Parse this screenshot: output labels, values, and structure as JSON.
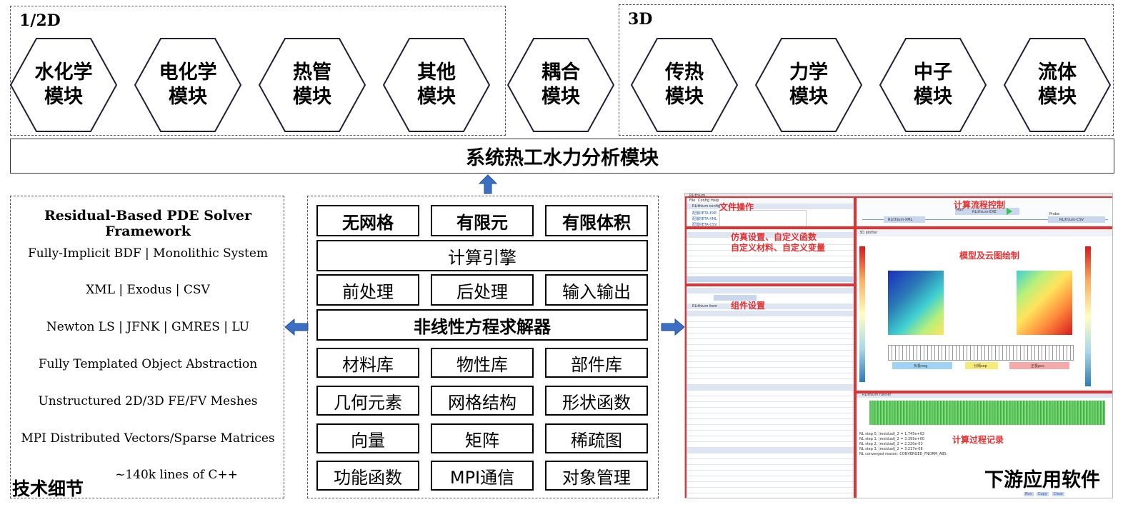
{
  "sections": {
    "left_top_title": "1/2D",
    "right_top_title": "3D"
  },
  "modules_2d": [
    {
      "label": "水化学\n模块"
    },
    {
      "label": "电化学\n模块"
    },
    {
      "label": "热管\n模块"
    },
    {
      "label": "其他\n模块"
    }
  ],
  "coupling_module": {
    "label": "耦合\n模块"
  },
  "modules_3d": [
    {
      "label": "传热\n模块"
    },
    {
      "label": "力学\n模块"
    },
    {
      "label": "中子\n模块"
    },
    {
      "label": "流体\n模块"
    }
  ],
  "system_bar": "系统热工水力分析模块",
  "tech_details": {
    "title": "技术细节",
    "heading": "Residual-Based PDE Solver Framework",
    "lines": [
      "Fully-Implicit BDF | Monolithic System",
      "XML | Exodus | CSV",
      "Newton LS | JFNK | GMRES | LU",
      "Fully Templated Object Abstraction",
      "Unstructured 2D/3D FE/FV Meshes",
      "MPI Distributed Vectors/Sparse Matrices",
      "~140k lines of C++"
    ]
  },
  "core": {
    "methods": [
      "无网格",
      "有限元",
      "有限体积"
    ],
    "engine": "计算引擎",
    "io": [
      "前处理",
      "后处理",
      "输入输出"
    ],
    "solver": "非线性方程求解器",
    "lib_row1": [
      "材料库",
      "物性库",
      "部件库"
    ],
    "lib_row2": [
      "几何元素",
      "网格结构",
      "形状函数"
    ],
    "lib_row3": [
      "向量",
      "矩阵",
      "稀疏图"
    ],
    "lib_row4": [
      "功能函数",
      "MPI通信",
      "对象管理"
    ]
  },
  "downstream": {
    "caption": "下游应用软件",
    "annotations": {
      "file_ops": "文件操作",
      "flow_control": "计算流程控制",
      "sim_settings": "仿真设置、自定义函数",
      "custom_materials": "自定义材料、自定义变量",
      "component_settings": "组件设置",
      "model_plot": "模型及云图绘制",
      "process_log": "计算过程记录"
    },
    "mini_ui": {
      "window_title": "RLithium",
      "menu": [
        "File",
        "Config",
        "Help"
      ],
      "config_title": "RLithium config",
      "config_rows": [
        "配置RETA-EXE",
        "配置RETA-XML",
        "配置RETA-CSV"
      ],
      "flow_nodes": [
        "RLithium-XML",
        "Run",
        "RLithium-EXE",
        "Probe",
        "RLithium-CSV"
      ],
      "component_title": "RLithium item",
      "runner_title": "RLithium runner",
      "plot_title": "3D plotter",
      "legend_labels": [
        "负极neg",
        "分隔sep",
        "正极pos"
      ],
      "log_lines": [
        "NL step 0, |residual|_2 = 1.745e+02",
        "NL step 1, |residual|_2 = 3.395e+00",
        "NL step 2, |residual|_2 = 2.220e-03",
        "NL step 3, |residual|_2 = 3.217e-08",
        "NL converged reason: CONVERGED_FNORM_ABS"
      ],
      "footer_buttons": [
        "Run",
        "Copy",
        "Clear"
      ]
    }
  },
  "colors": {
    "annotation": "#e53030",
    "arrow": "#3a6fc4"
  }
}
